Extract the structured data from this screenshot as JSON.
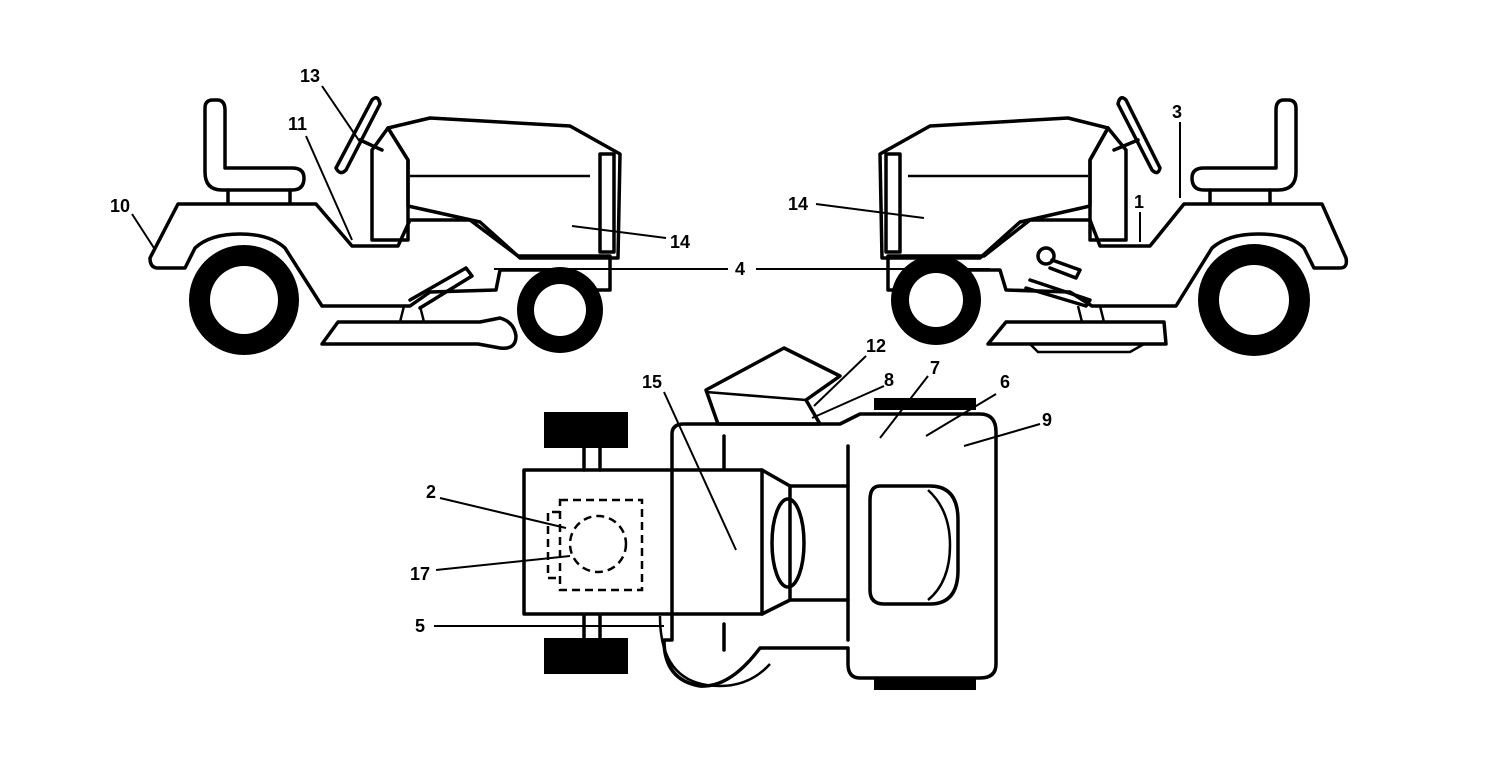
{
  "callouts": {
    "c1": "1",
    "c2": "2",
    "c3": "3",
    "c4": "4",
    "c5": "5",
    "c6": "6",
    "c7": "7",
    "c8": "8",
    "c9": "9",
    "c10": "10",
    "c11": "11",
    "c12": "12",
    "c13": "13",
    "c14a": "14",
    "c14b": "14",
    "c15": "15",
    "c17": "17"
  }
}
